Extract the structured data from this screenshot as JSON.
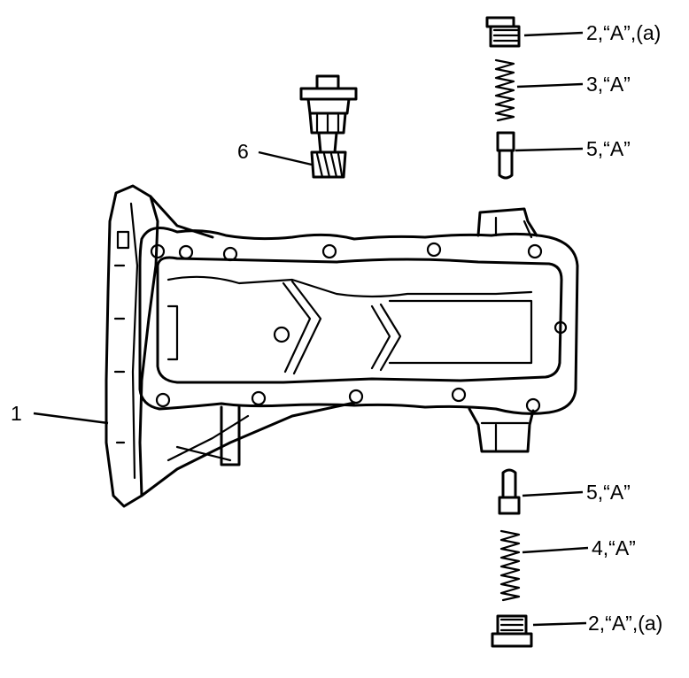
{
  "callouts": [
    {
      "id": "case",
      "text": "1"
    },
    {
      "id": "plug-top",
      "text": "2,“A”,(a)"
    },
    {
      "id": "spring-top",
      "text": "3,“A”"
    },
    {
      "id": "ball-top",
      "text": "5,“A”"
    },
    {
      "id": "speedo",
      "text": "6"
    },
    {
      "id": "ball-bottom",
      "text": "5,“A”"
    },
    {
      "id": "spring-bottom",
      "text": "4,“A”"
    },
    {
      "id": "plug-bottom",
      "text": "2,“A”,(a)"
    }
  ]
}
